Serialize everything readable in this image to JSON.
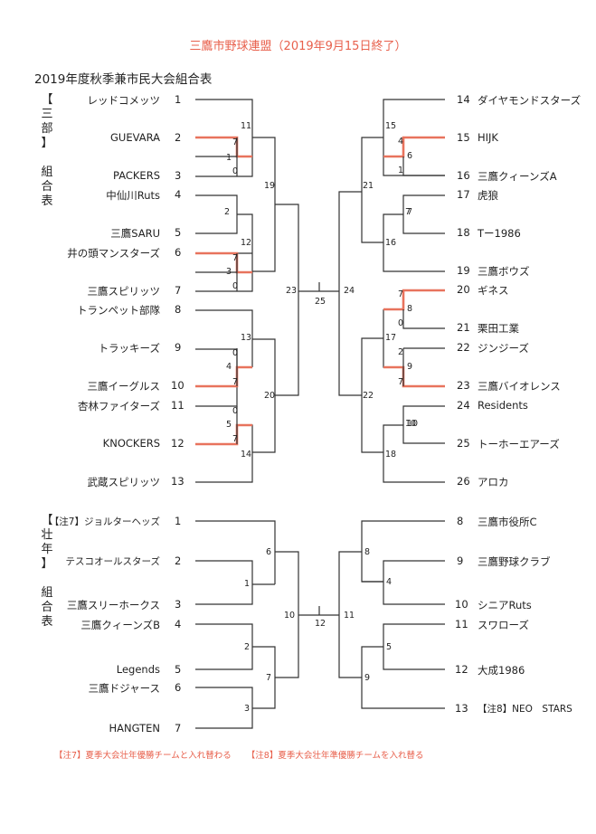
{
  "header": "三鷹市野球連盟（2019年9月15日終了）",
  "title": "2019年度秋季兼市民大会組合表",
  "sections": [
    {
      "name_chars": [
        "【",
        "三",
        "部",
        "】",
        "",
        "組",
        "合",
        "表"
      ],
      "left_teams": [
        {
          "no": "1",
          "name": "レッドコメッツ"
        },
        {
          "no": "2",
          "name": "GUEVARA"
        },
        {
          "no": "3",
          "name": "PACKERS"
        },
        {
          "no": "4",
          "name": "中仙川Ruts"
        },
        {
          "no": "5",
          "name": "三鷹SARU"
        },
        {
          "no": "6",
          "name": "井の頭マンスターズ"
        },
        {
          "no": "7",
          "name": "三鷹スピリッツ"
        },
        {
          "no": "8",
          "name": "トランペット部隊"
        },
        {
          "no": "9",
          "name": "トラッキーズ"
        },
        {
          "no": "10",
          "name": "三鷹イーグルス"
        },
        {
          "no": "11",
          "name": "杏林ファイターズ"
        },
        {
          "no": "12",
          "name": "KNOCKERS"
        },
        {
          "no": "13",
          "name": "武蔵スピリッツ"
        }
      ],
      "right_teams": [
        {
          "no": "14",
          "name": "ダイヤモンドスターズ"
        },
        {
          "no": "15",
          "name": "HIJK"
        },
        {
          "no": "16",
          "name": "三鷹クィーンズA"
        },
        {
          "no": "17",
          "name": "虎狼"
        },
        {
          "no": "18",
          "name": "Tー1986"
        },
        {
          "no": "19",
          "name": "三鷹ボウズ"
        },
        {
          "no": "20",
          "name": "ギネス"
        },
        {
          "no": "21",
          "name": "栗田工業"
        },
        {
          "no": "22",
          "name": "ジンジーズ"
        },
        {
          "no": "23",
          "name": "三鷹バイオレンス"
        },
        {
          "no": "24",
          "name": "Residents"
        },
        {
          "no": "25",
          "name": "トーホーエアーズ"
        },
        {
          "no": "26",
          "name": "アロカ"
        }
      ],
      "match_labels": [
        "1",
        "2",
        "3",
        "4",
        "5",
        "6",
        "7",
        "8",
        "9",
        "10",
        "11",
        "12",
        "13",
        "14",
        "15",
        "16",
        "17",
        "18",
        "19",
        "20",
        "21",
        "22",
        "23",
        "24",
        "25"
      ],
      "scores": [
        "7",
        "1",
        "0",
        "7",
        "3",
        "0",
        "0",
        "4",
        "7",
        "0",
        "5",
        "7",
        "4",
        "6",
        "1",
        "7",
        "7",
        "8",
        "0",
        "2",
        "9",
        "7",
        "10"
      ]
    },
    {
      "name_chars": [
        "【",
        "壮",
        "年",
        "】",
        "",
        "組",
        "合",
        "表"
      ],
      "left_teams": [
        {
          "no": "1",
          "name": "【注7】ジョルターヘッズ"
        },
        {
          "no": "2",
          "name": "テスコオールスターズ"
        },
        {
          "no": "3",
          "name": "三鷹スリーホークス"
        },
        {
          "no": "4",
          "name": "三鷹クィーンズB"
        },
        {
          "no": "5",
          "name": "Legends"
        },
        {
          "no": "6",
          "name": "三鷹ドジャース"
        },
        {
          "no": "7",
          "name": "HANGTEN"
        }
      ],
      "right_teams": [
        {
          "no": "8",
          "name": "三鷹市役所C"
        },
        {
          "no": "9",
          "name": "三鷹野球クラブ"
        },
        {
          "no": "10",
          "name": "シニアRuts"
        },
        {
          "no": "11",
          "name": "スワローズ"
        },
        {
          "no": "12",
          "name": "大成1986"
        },
        {
          "no": "13",
          "name": "【注8】NEO　STARS"
        }
      ],
      "match_labels": [
        "1",
        "2",
        "3",
        "4",
        "5",
        "6",
        "7",
        "8",
        "9",
        "10",
        "11",
        "12"
      ]
    }
  ],
  "footnotes": [
    "【注7】夏季大会壮年優勝チームと入れ替わる",
    "【注8】夏季大会壮年準優勝チームを入れ替る"
  ],
  "colors": {
    "line": "#333333",
    "winner": "#e8735d",
    "header": "#e8604c"
  }
}
